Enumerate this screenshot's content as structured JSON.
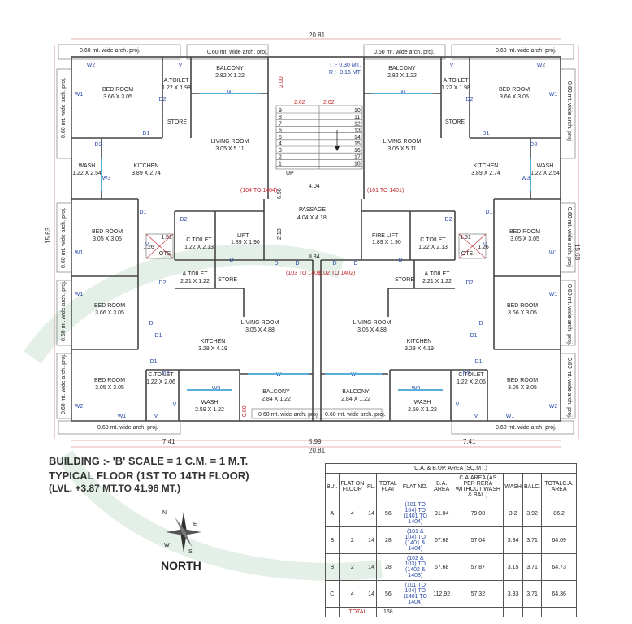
{
  "overall_width": "20.81",
  "overall_width_bottom": "20.81",
  "overall_height_left": "15.63",
  "overall_height_right": "15.63",
  "bottom_dims": [
    "7.41",
    "5.99",
    "7.41"
  ],
  "stair": {
    "t": "T :- 0.30 MT.",
    "r": "R :- 0.16 MT.",
    "up": "UP",
    "d1": "2.02",
    "d2": "2.02",
    "d3": "2.00",
    "left_steps": [
      "9",
      "8",
      "7",
      "6",
      "5",
      "4",
      "3",
      "2",
      "1"
    ],
    "right_steps": [
      "10",
      "11",
      "12",
      "13",
      "14",
      "15",
      "16",
      "17",
      "18"
    ]
  },
  "passage": {
    "name": "PASSAGE",
    "size": "4.04 X 4.18",
    "w": "4.04",
    "h1": "6.56",
    "h2": "2.13",
    "bottom": "8.34"
  },
  "lift": {
    "name": "LIFT",
    "size": "1.89 X 1.90"
  },
  "fire_lift": {
    "name": "FIRE LIFT",
    "size": "1.89 X 1.90"
  },
  "flat_tags": [
    "(104 TO 1404)",
    "(101 TO 1401)",
    "(103 TO 1403)",
    "(102 TO 1402)"
  ],
  "proj_text": "0.60 mt. wide arch. proj.",
  "proj_text_short": "0.60 mt. wide arch. proj.",
  "rooms_left": {
    "bed1": [
      "BED ROOM",
      "3.66 X 3.05"
    ],
    "atoilet1": [
      "A.TOILET",
      "1.22 X 1.98"
    ],
    "balcony1": [
      "BALCONY",
      "2.82 X 1.22"
    ],
    "store1": [
      "STORE"
    ],
    "living1": [
      "LIVING ROOM",
      "3.05 X 5.11"
    ],
    "wash1": [
      "WASH",
      "1.22 X 2.54"
    ],
    "kitchen1": [
      "KITCHEN",
      "3.89 X 2.74"
    ],
    "bed2": [
      "BED ROOM",
      "3.05 X 3.05"
    ],
    "ctoilet2": [
      "C.TOILET",
      "1.22 X 2.13"
    ],
    "ots": [
      "OTS",
      "1.51",
      "1.26"
    ],
    "atoilet2": [
      "A.TOILET",
      "2.21 X 1.22"
    ],
    "store2": [
      "STORE"
    ],
    "bed3": [
      "BED ROOM",
      "3.66 X 3.05"
    ],
    "living2": [
      "LIVING ROOM",
      "3.05 X 4.88"
    ],
    "kitchen2": [
      "KITCHEN",
      "3.28 X 4.19"
    ],
    "bed4": [
      "BED ROOM",
      "3.05 X 3.05"
    ],
    "ctoilet4": [
      "C.TOILET",
      "1.22 X 2.06"
    ],
    "wash4": [
      "WASH",
      "2.59 X 1.22"
    ],
    "balcony4": [
      "BALCONY",
      "2.84 X 1.22"
    ]
  },
  "bottom_proj_dim": "0.60",
  "doors": [
    "D",
    "D1",
    "D2",
    "W",
    "W1",
    "W2",
    "W3",
    "V"
  ],
  "titles": {
    "t1": "BUILDING :- 'B'  SCALE = 1 C.M. = 1 M.T.",
    "t2": "TYPICAL FLOOR (1ST TO 14TH FLOOR)",
    "t3": "(LVL. +3.87 MT.TO 41.96 MT.)",
    "north": "NORTH",
    "compass": [
      "N",
      "S",
      "W",
      "E"
    ]
  },
  "area_table": {
    "title": "C.A. & B.UP. AREA (SQ.MT.)",
    "headers": [
      "BUI.",
      "FLAT ON FLOOR",
      "FL.",
      "TOTAL FLAT",
      "FLAT NO.",
      "B.A. AREA",
      "C.A.AREA (AS PER RERA WITHOUT WASH & BAL.)",
      "WASH",
      "BALC.",
      "TOTALC.A. AREA"
    ],
    "rows": [
      [
        "A",
        "4",
        "14",
        "56",
        "(101 TO 104) TO (1401 TO 1404)",
        "91.04",
        "79.08",
        "3.2",
        "3.92",
        "86.2"
      ],
      [
        "B",
        "2",
        "14",
        "28",
        "(101 & 104) TO (1401 & 1404)",
        "67.68",
        "57.04",
        "3.34",
        "3.71",
        "64.09"
      ],
      [
        "B",
        "2",
        "14",
        "28",
        "(102 & 103) TO (1402 & 1403)",
        "67.68",
        "57.87",
        "3.15",
        "3.71",
        "64.73"
      ],
      [
        "C",
        "4",
        "14",
        "56",
        "(101 TO 104) TO (1401 TO 1404)",
        "112.92",
        "57.32",
        "3.33",
        "3.71",
        "64.36"
      ]
    ],
    "total_label": "TOTAL",
    "total_value": "168"
  }
}
